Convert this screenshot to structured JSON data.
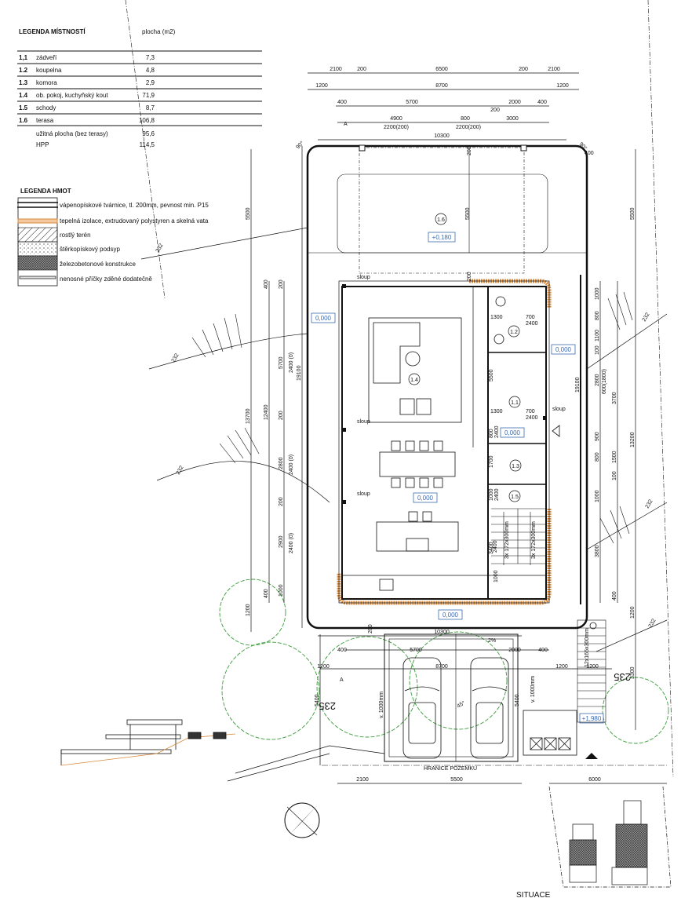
{
  "legend_rooms": {
    "title": "LEGENDA MÍSTNOSTÍ",
    "area_header": "plocha (m2)",
    "rows": [
      {
        "no": "1,1",
        "name": "zádveří",
        "area": "7,3"
      },
      {
        "no": "1.2",
        "name": "koupelna",
        "area": "4,8"
      },
      {
        "no": "1.3",
        "name": "komora",
        "area": "2,9"
      },
      {
        "no": "1.4",
        "name": "ob. pokoj, kuchyňský kout",
        "area": "71,9"
      },
      {
        "no": "1.5",
        "name": "schody",
        "area": "8,7"
      },
      {
        "no": "1.6",
        "name": "terasa",
        "area": "106,8"
      }
    ],
    "usable_label": "užitná plocha (bez terasy)",
    "usable_value": "95,6",
    "hpp_label": "HPP",
    "hpp_value": "114,5"
  },
  "legend_materials": {
    "title": "LEGENDA HMOT",
    "items": [
      "vápenopískové tvárnice, tl. 200mm, pevnost min. P15",
      "tepelná izolace, extrudovaný polystyren a skelná vata",
      "rostlý terén",
      "štěrkopískový podsyp",
      "železobetonové konstrukce",
      "nenosné příčky zděné dodatečně"
    ]
  },
  "rooms": [
    "1.6",
    "1.4",
    "1.2",
    "1,1",
    "1.3",
    "1.5"
  ],
  "levels": [
    "+0,180",
    "0,000",
    "0,000",
    "0,000",
    "0,000",
    "0,000",
    "+1,980"
  ],
  "labels": {
    "column": "sloup",
    "boundary": "HRANICE POZEMKU",
    "height_1000": "v. 1000mm",
    "stairs_main": "3x 172x300mm",
    "stairs_outer": "12x165x300mm",
    "contour": "235",
    "slope": "2%",
    "angle": "45°",
    "angle_90": "90°",
    "section": "A",
    "site": "SITUACE",
    "contour_small": "232"
  },
  "dims_top": {
    "r1": [
      "2100",
      "200",
      "6500",
      "200",
      "2100"
    ],
    "r2": [
      "1200",
      "8700",
      "1200"
    ],
    "r3": [
      "400",
      "5700",
      "200",
      "2000",
      "400"
    ],
    "r4": [
      "4900",
      "2200(200)",
      "800",
      "2200(200)",
      "3000"
    ],
    "r5": [
      "10300",
      "200",
      "400"
    ]
  },
  "dims_left": [
    "5500",
    "13700",
    "1200",
    "400",
    "12400",
    "400",
    "200",
    "5700",
    "2400 (0)",
    "200",
    "2800",
    "2400 (0)",
    "200",
    "2900",
    "2400 (0)",
    "1000",
    "19100"
  ],
  "dims_right": [
    "5500",
    "1000",
    "800",
    "1100",
    "100",
    "2800",
    "600(1800)",
    "3700",
    "13200",
    "900",
    "800",
    "1500",
    "100",
    "1000",
    "3800",
    "400",
    "1200",
    "3300",
    "19100"
  ],
  "dims_interior": [
    "5500",
    "800",
    "2400",
    "1700",
    "1000",
    "2400",
    "3400",
    "1000",
    "1300",
    "700",
    "2400",
    "1300",
    "700",
    "2400",
    "2400",
    "200"
  ],
  "dims_bottom": [
    "10300",
    "400",
    "5700",
    "8700",
    "2000",
    "400",
    "1200",
    "1200",
    "1200",
    "5400",
    "5400",
    "2100",
    "5500",
    "6000",
    "200"
  ],
  "colors": {
    "insulation": "#d9893a",
    "level": "#3a6bb0",
    "tree": "#3a9a3a"
  }
}
